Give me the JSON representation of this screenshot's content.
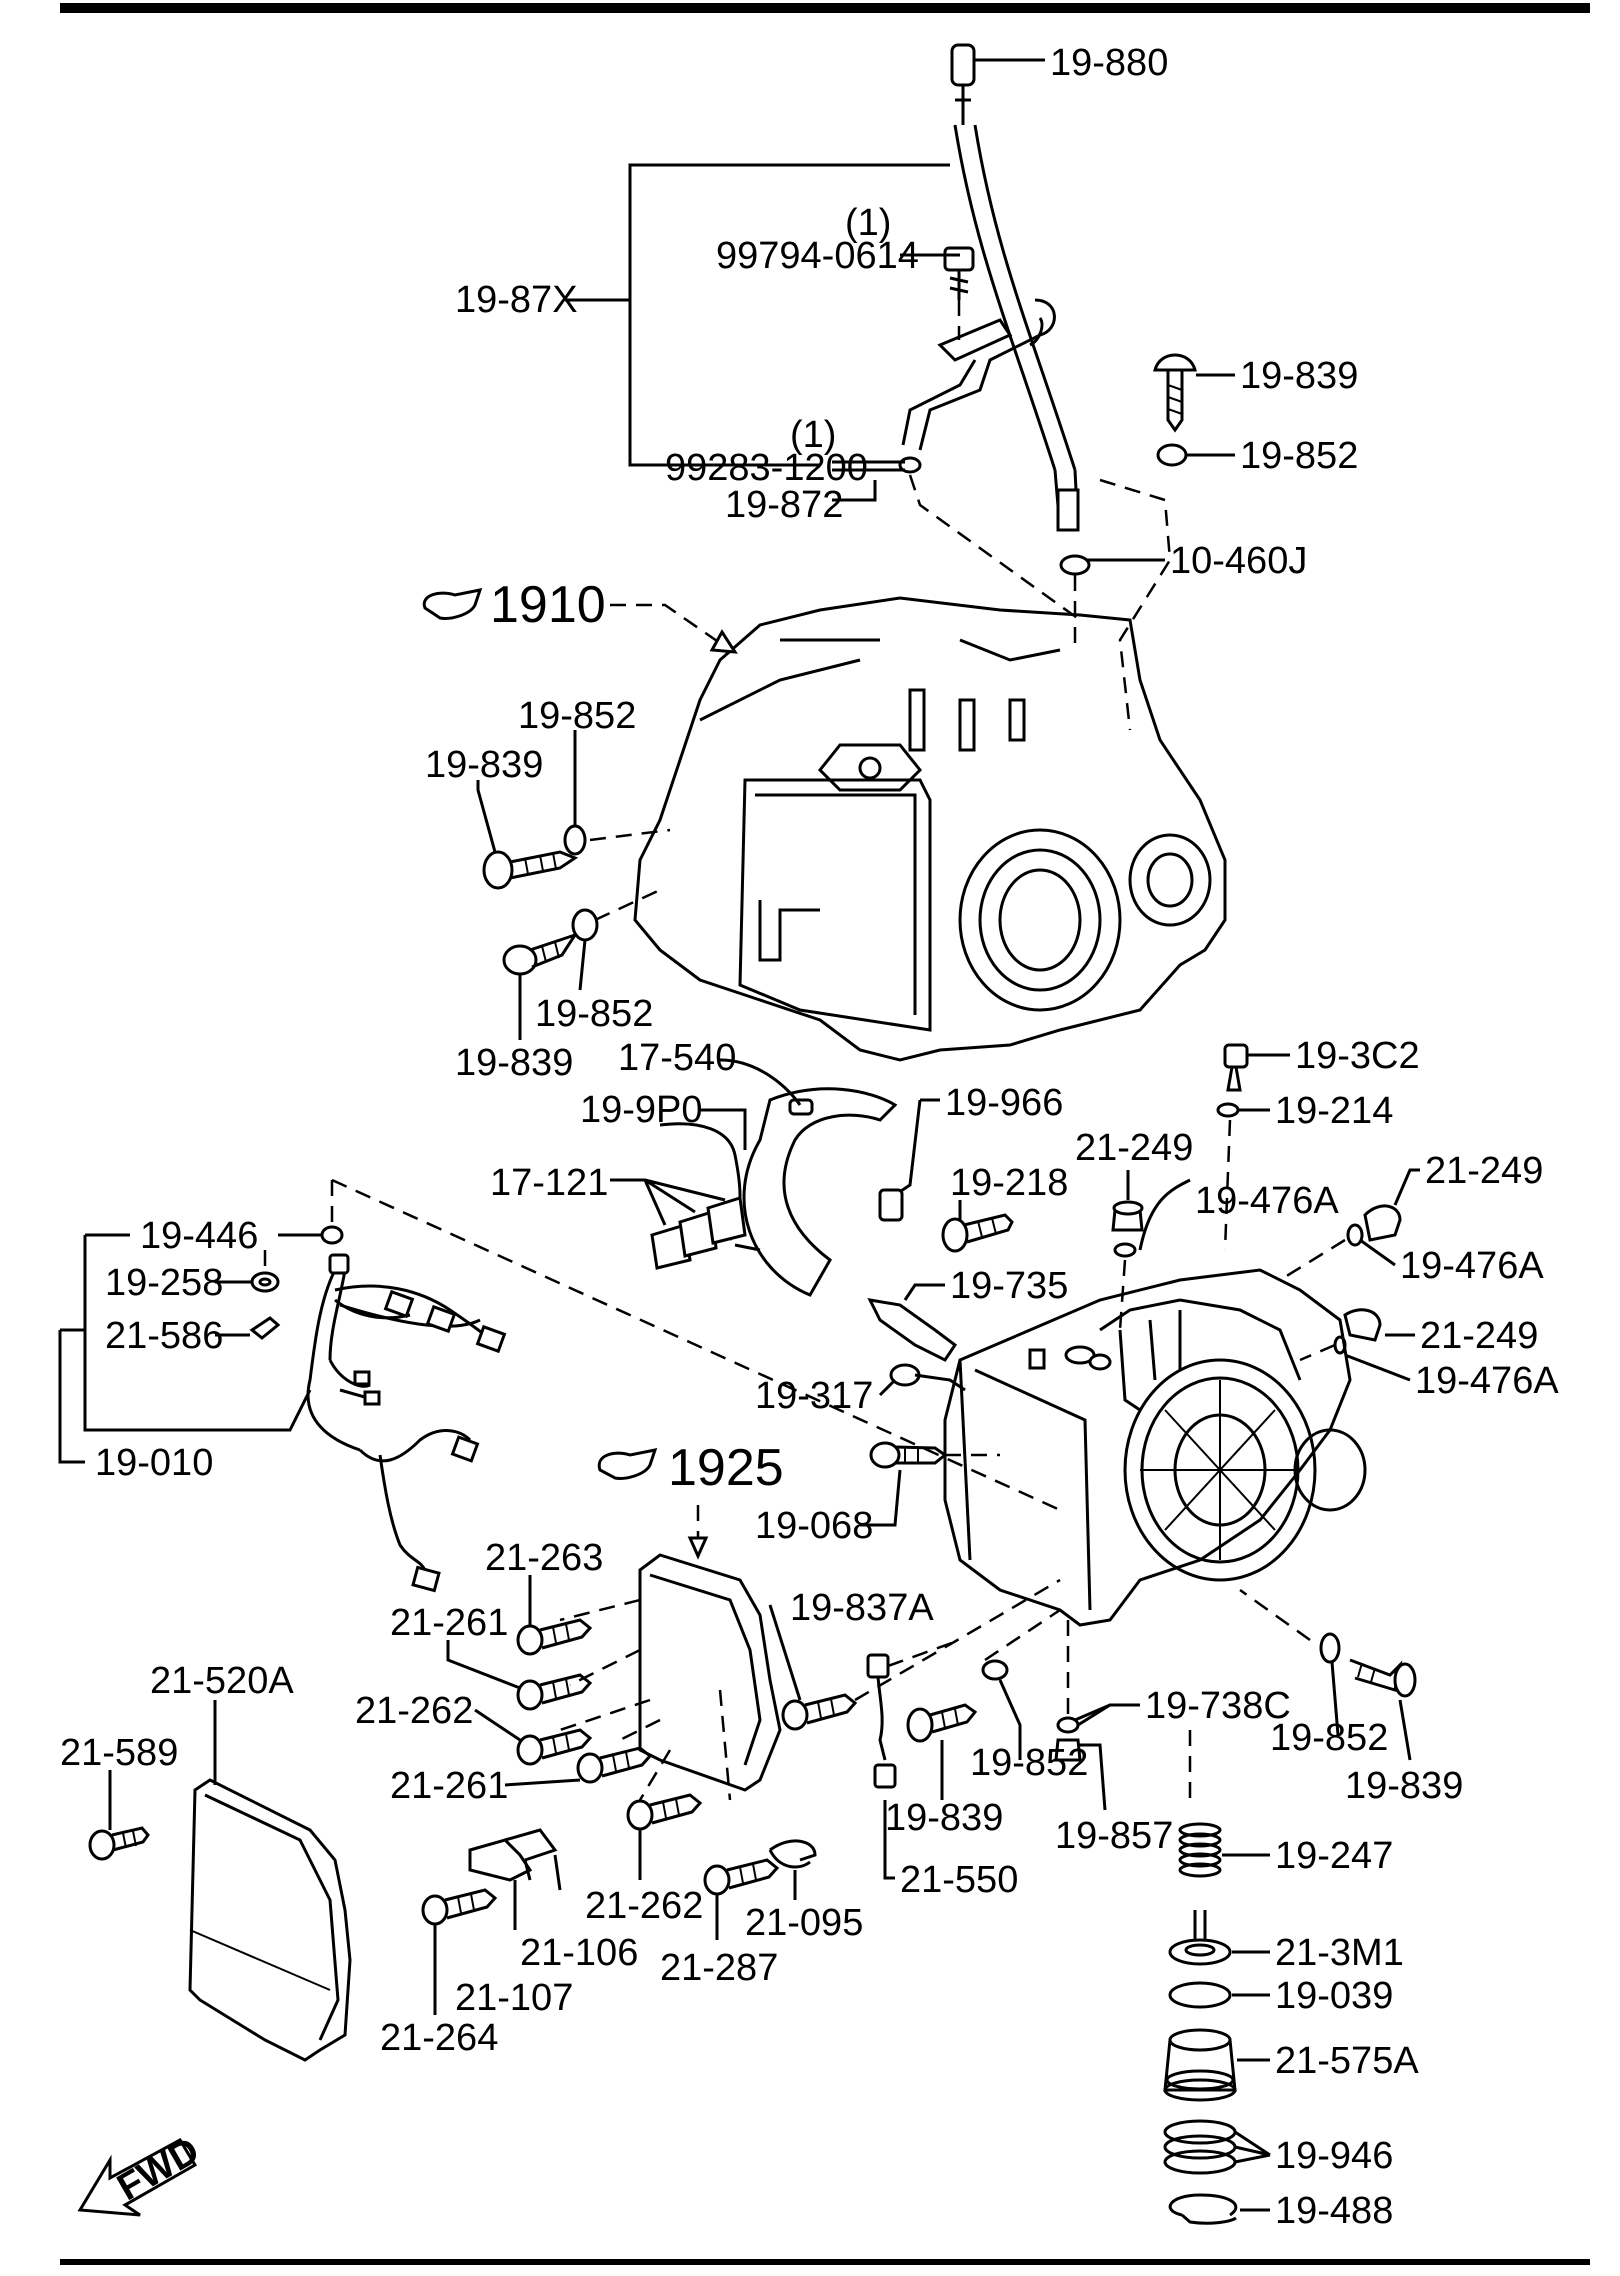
{
  "references": {
    "ref_1910": "1910",
    "ref_1925": "1925"
  },
  "fwd": "FWD",
  "labels": {
    "l_19_880": "19-880",
    "l_1_a": "(1)",
    "l_99794": "99794-0614",
    "l_19_87x": "19-87X",
    "l_19_839_top": "19-839",
    "l_19_852_top": "19-852",
    "l_1_b": "(1)",
    "l_99283": "99283-1200",
    "l_19_872": "19-872",
    "l_10_460j": "10-460J",
    "l_19_852_a": "19-852",
    "l_19_839_a": "19-839",
    "l_19_852_b": "19-852",
    "l_19_839_b": "19-839",
    "l_17_540": "17-540",
    "l_19_9p0": "19-9P0",
    "l_19_966": "19-966",
    "l_17_121": "17-121",
    "l_19_218": "19-218",
    "l_19_3c2": "19-3C2",
    "l_19_214": "19-214",
    "l_21_249_a": "21-249",
    "l_19_476a_a": "19-476A",
    "l_21_249_b": "21-249",
    "l_19_476a_b": "19-476A",
    "l_19_446": "19-446",
    "l_19_258": "19-258",
    "l_21_586": "21-586",
    "l_19_735": "19-735",
    "l_21_249_c": "21-249",
    "l_19_476a_c": "19-476A",
    "l_19_317": "19-317",
    "l_19_010": "19-010",
    "l_19_068": "19-068",
    "l_21_263": "21-263",
    "l_21_261_a": "21-261",
    "l_19_837a": "19-837A",
    "l_21_520a": "21-520A",
    "l_21_262_a": "21-262",
    "l_19_738c": "19-738C",
    "l_21_589": "21-589",
    "l_21_261_b": "21-261",
    "l_19_852_c": "19-852",
    "l_19_852_d": "19-852",
    "l_19_839_c": "19-839",
    "l_19_839_d": "19-839",
    "l_19_857": "19-857",
    "l_21_550": "21-550",
    "l_19_247": "19-247",
    "l_21_262_b": "21-262",
    "l_21_095": "21-095",
    "l_21_106": "21-106",
    "l_21_287": "21-287",
    "l_21_3m1": "21-3M1",
    "l_21_107": "21-107",
    "l_21_264": "21-264",
    "l_19_039": "19-039",
    "l_21_575a": "21-575A",
    "l_19_946": "19-946",
    "l_19_488": "19-488"
  }
}
